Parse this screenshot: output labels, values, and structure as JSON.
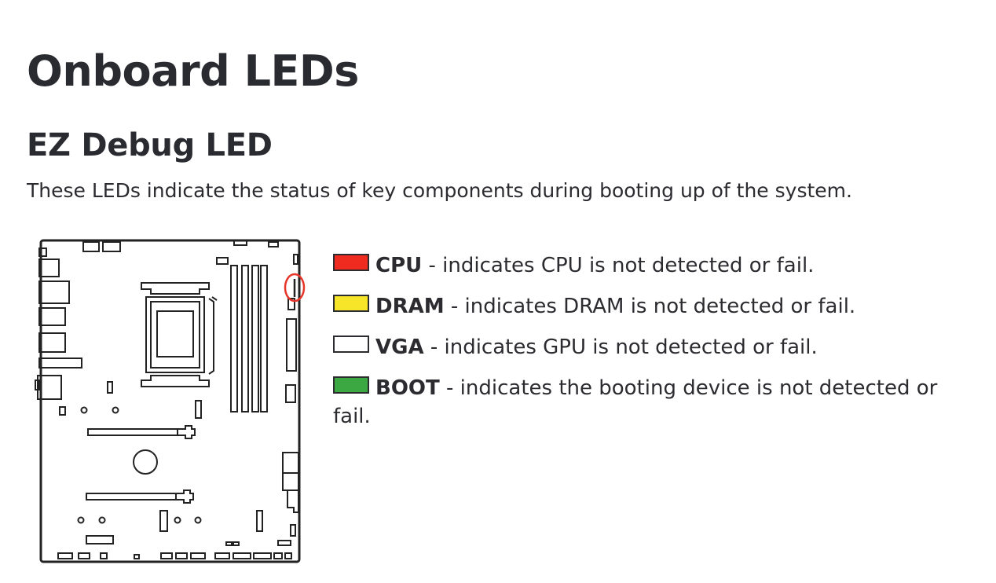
{
  "page": {
    "title": "Onboard LEDs",
    "subtitle": "EZ Debug LED",
    "intro": "These LEDs indicate the status of key components during booting up of the system."
  },
  "legend": [
    {
      "label": "CPU",
      "text": " - indicates CPU is not detected or fail.",
      "color": "#ef2b1f"
    },
    {
      "label": "DRAM",
      "text": " - indicates DRAM is not detected or fail.",
      "color": "#f7e52a"
    },
    {
      "label": "VGA",
      "text": " - indicates GPU is not detected or fail.",
      "color": "#ffffff"
    },
    {
      "label": "BOOT",
      "text": " - indicates the booting device is not detected or fail.",
      "color": "#3ca841"
    }
  ],
  "diagram": {
    "highlight_color": "#e8352a",
    "line_color": "#222222"
  }
}
